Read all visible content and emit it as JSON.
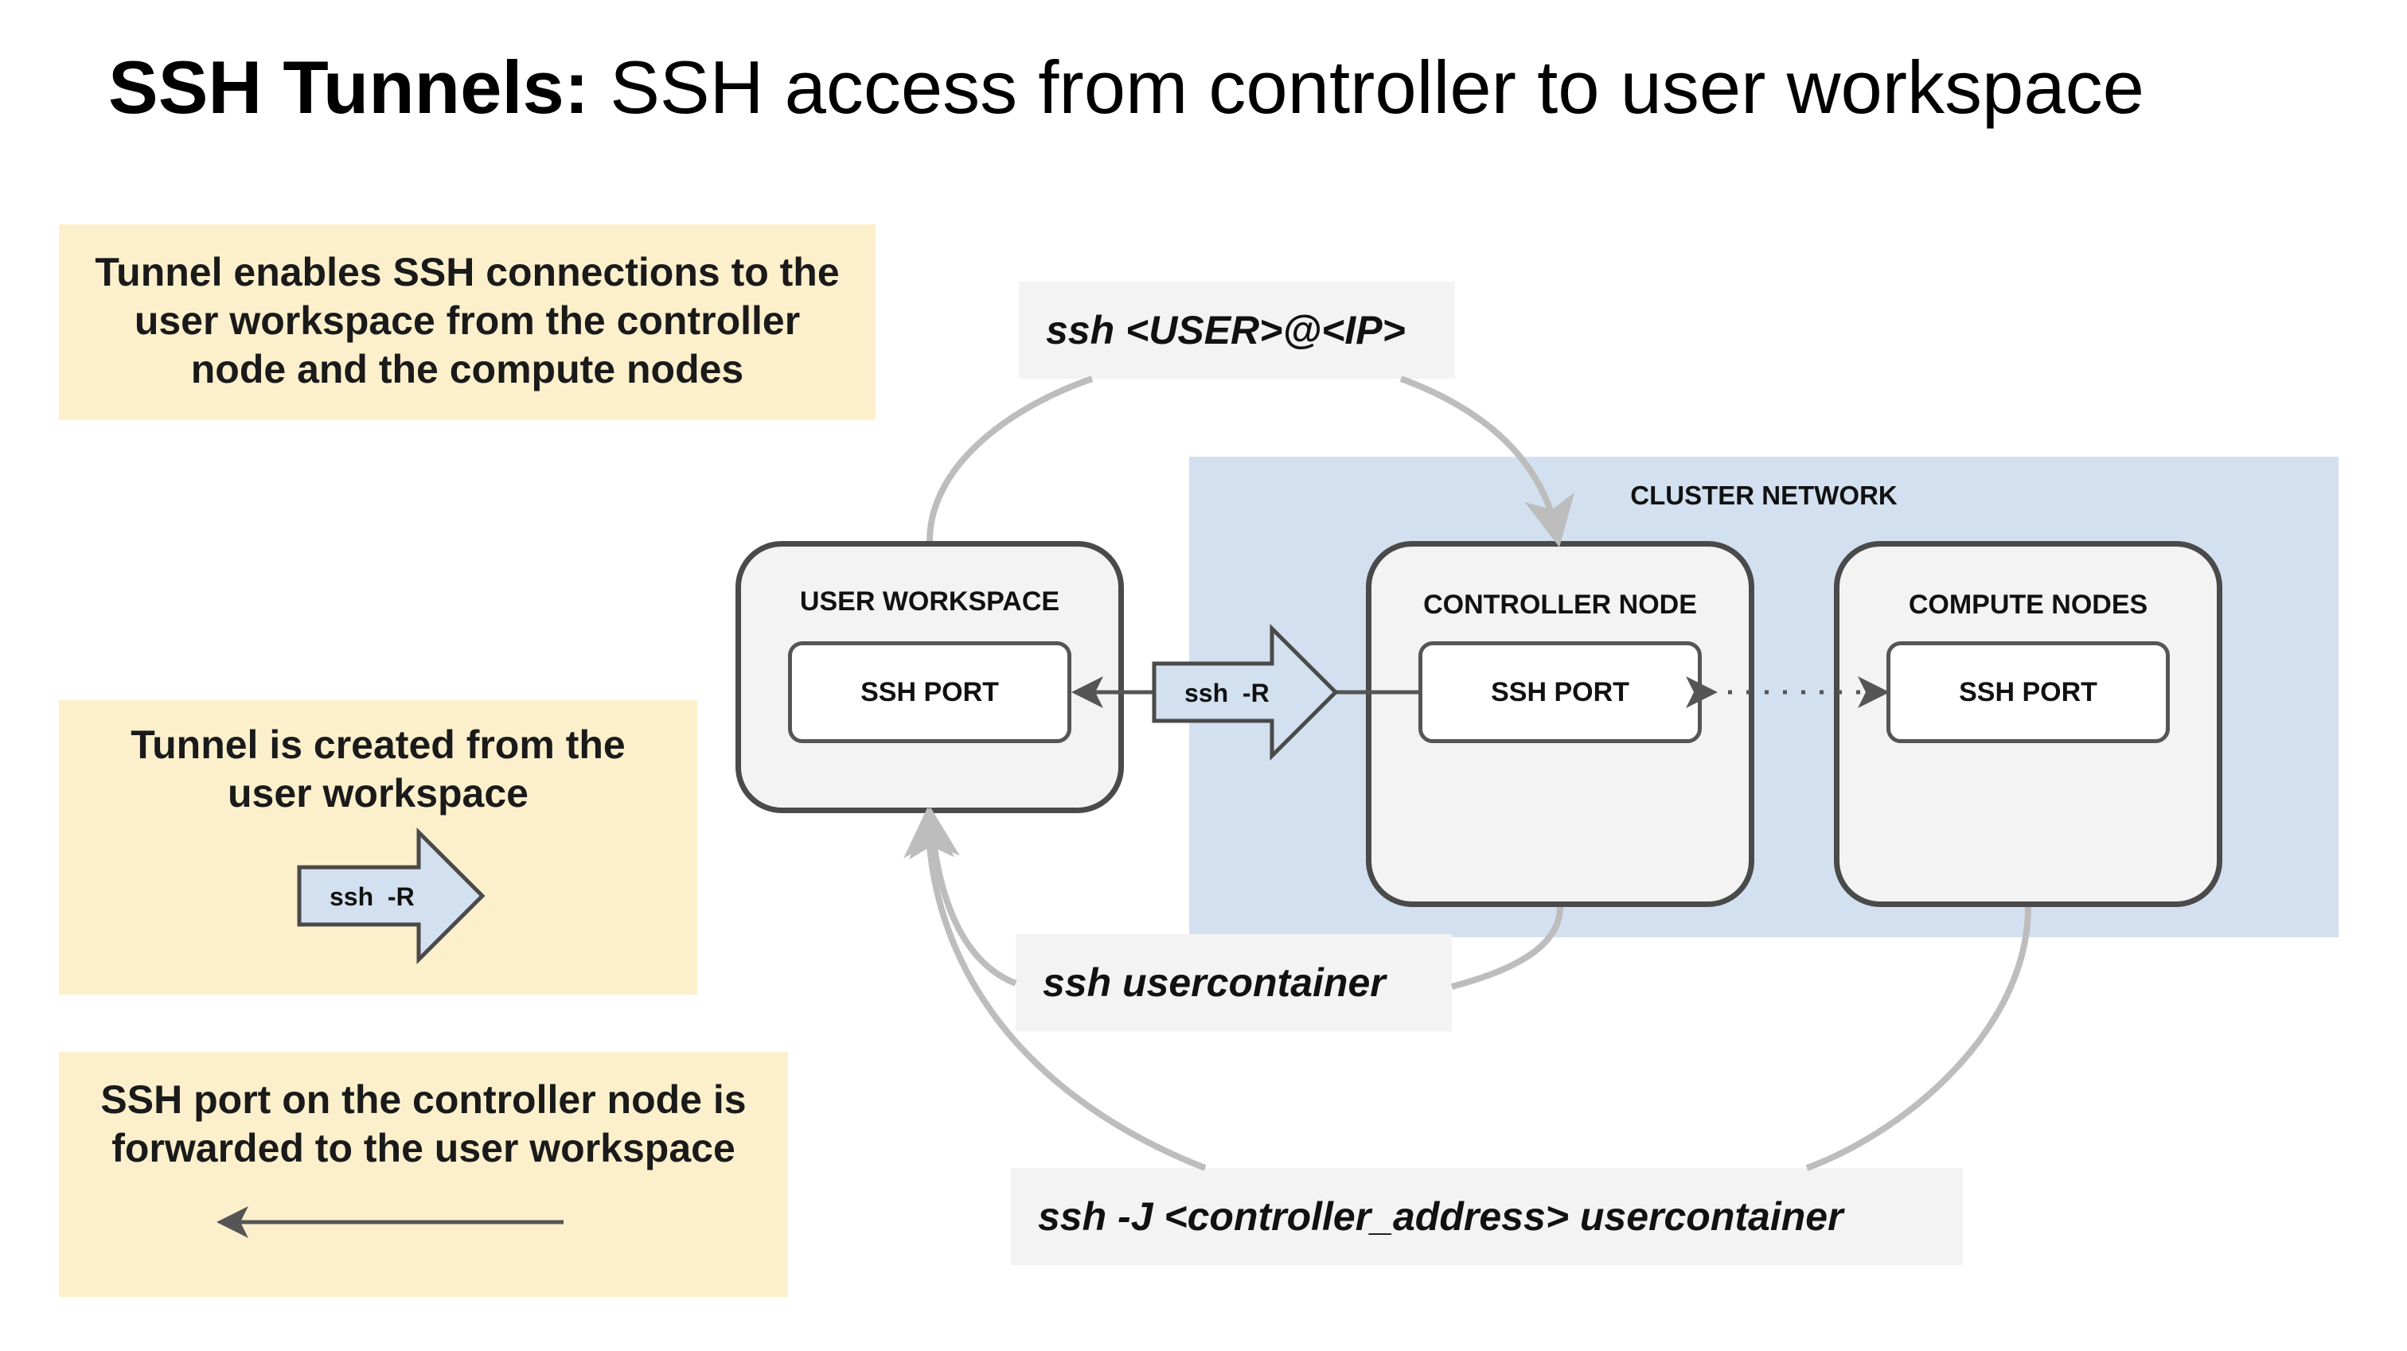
{
  "title": {
    "bold": "SSH Tunnels:",
    "rest": "SSH access from controller to user workspace"
  },
  "notes": {
    "workspace_access": [
      "Tunnel enables SSH connections to the",
      "user workspace from the controller",
      "node and the compute nodes"
    ],
    "tunnel_created": [
      "Tunnel is created from the",
      "user workspace"
    ],
    "port_forward": [
      "SSH port on the controller node is",
      "forwarded to the user workspace"
    ]
  },
  "legend": {
    "tunnel_arrow_label": "ssh  -R"
  },
  "cluster": {
    "label": "CLUSTER NETWORK"
  },
  "nodes": {
    "workspace": {
      "label": "USER WORKSPACE",
      "port": "SSH PORT"
    },
    "controller": {
      "label": "CONTROLLER NODE",
      "port": "SSH PORT"
    },
    "compute": {
      "label": "COMPUTE NODES",
      "port": "SSH PORT"
    }
  },
  "tunnel": {
    "label": "ssh  -R"
  },
  "commands": {
    "ssh_user_ip": "ssh <USER>@<IP>",
    "ssh_usercontainer": "ssh usercontainer",
    "ssh_jump": "ssh -J <controller_address> usercontainer"
  },
  "colors": {
    "note_bg": "#fcf0cc",
    "cluster_bg": "#d3e0ef",
    "node_bg": "#f3f3f3",
    "node_border": "#4a4a4a",
    "arrow_fill": "#d3e0ef",
    "curve_gray": "#bdbdbd",
    "cmd_bg": "#f3f3f3"
  }
}
